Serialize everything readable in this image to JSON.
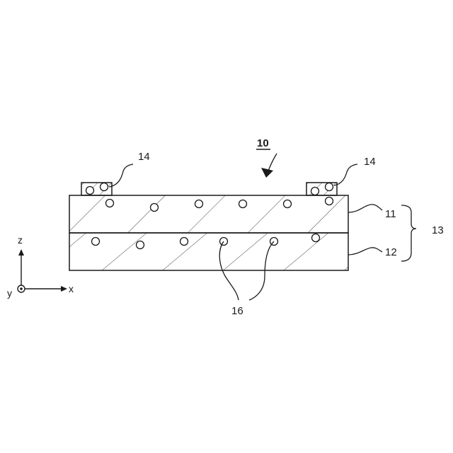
{
  "figure": {
    "main_ref": "10",
    "refs": {
      "layer_top": "11",
      "layer_bottom": "12",
      "stack": "13",
      "electrode": "14",
      "particles": "16"
    },
    "axes": {
      "x": "x",
      "y": "y",
      "z": "z"
    }
  }
}
